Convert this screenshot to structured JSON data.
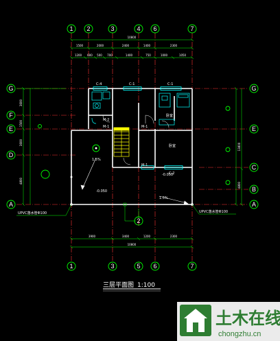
{
  "drawing": {
    "title": "三层平面图",
    "scale": "1:100"
  },
  "axes": {
    "top": [
      "1",
      "2",
      "3",
      "4",
      "6",
      "7"
    ],
    "bottom": [
      "1",
      "3",
      "5",
      "6",
      "7"
    ],
    "left": [
      "G",
      "F",
      "E",
      "D",
      "A"
    ],
    "right": [
      "G",
      "E",
      "C",
      "B",
      "A"
    ],
    "plan_center": "2"
  },
  "dimensions": {
    "top_total": "10800",
    "top_segments": [
      "1500",
      "2000",
      "2400",
      "1400",
      "2300"
    ],
    "top_sub": [
      "1200",
      "600",
      "500",
      "700",
      "1400",
      "750",
      "1000",
      "1050"
    ],
    "bottom_segments": [
      "3900",
      "3400",
      "1200",
      "2300"
    ],
    "bottom_total": "10800",
    "left_segments": [
      "3600",
      "1500",
      "3600",
      "4800"
    ],
    "right_total": "13800",
    "right_segment": "4800"
  },
  "labels": {
    "window_c4": "C-4",
    "window_c1a": "C-1",
    "window_c1b": "C-1",
    "window_c2": "C-2",
    "door_m2": "M-2",
    "door_m1a": "M-1",
    "door_m1b": "M-1",
    "door_m1c": "M-1",
    "bedroom_top": "卧室",
    "room_mid": "卧室",
    "terrace_level": "1.5%",
    "slope_right": "1.5%",
    "pipe_left": "UPVC落水管Φ100",
    "pipe_right": "UPVC落水管Φ100",
    "elev_a": "-0.050",
    "elev_b": "-0.050"
  },
  "watermark": {
    "brand": "土木在线",
    "url": "chongzhu.cn"
  },
  "colors": {
    "background": "#000000",
    "wall": "#ffffff",
    "axis": "#ff3333",
    "dimension": "#00ff00",
    "bubble": "#00ff00",
    "fixture": "#00ffff",
    "stair": "#ffff00",
    "watermark": "#2e7d32"
  }
}
